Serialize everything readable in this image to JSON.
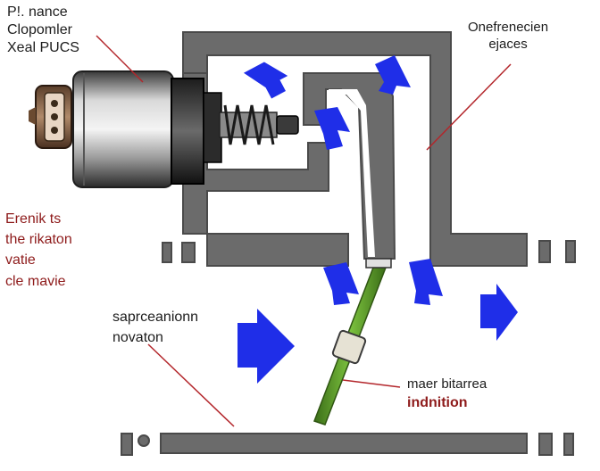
{
  "labels": {
    "top_left": [
      "P!. nance",
      "Clopomler",
      "Xeal PUCS"
    ],
    "top_right": [
      "Onefrenecien",
      "ejaces"
    ],
    "left_red": [
      "Erenik ts",
      "the rikaton",
      "vatie",
      "cle mavie"
    ],
    "middle": [
      "saprceanionn",
      "novaton"
    ],
    "bottom_right": [
      "maer bitarrea",
      "indnition"
    ]
  },
  "colors": {
    "housing": "#6b6b6b",
    "housing_edge": "#4a4a4a",
    "flow_arrow": "#1f2ee8",
    "leader_line": "#b3262b",
    "label_dark": "#1c1c1c",
    "label_red": "#8e1b1b",
    "rod": "#5a9a2a"
  }
}
